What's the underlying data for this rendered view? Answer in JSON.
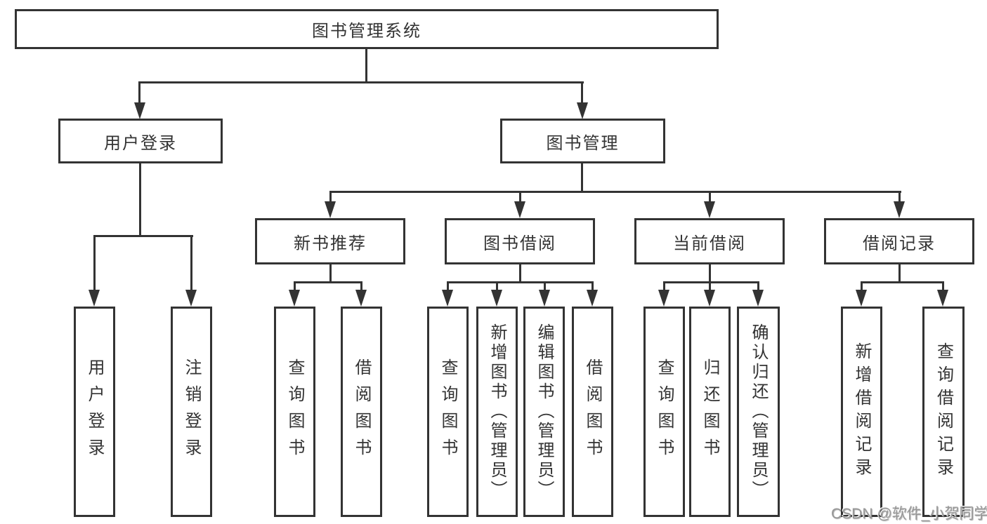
{
  "diagram_type": "hierarchy",
  "tree": {
    "root": "图书管理系统",
    "branches": [
      {
        "label": "用户登录",
        "leaves": [
          "用户登录",
          "注销登录"
        ]
      },
      {
        "label": "图书管理",
        "groups": [
          {
            "label": "新书推荐",
            "leaves": [
              "查询图书",
              "借阅图书"
            ]
          },
          {
            "label": "图书借阅",
            "leaves": [
              "查询图书",
              "新增图书（管理员）",
              "编辑图书（管理员）",
              "借阅图书"
            ]
          },
          {
            "label": "当前借阅",
            "leaves": [
              "查询图书",
              "归还图书",
              "确认归还（管理员）"
            ]
          },
          {
            "label": "借阅记录",
            "leaves": [
              "新增借阅记录",
              "查询借阅记录"
            ]
          }
        ]
      }
    ]
  },
  "watermark": {
    "text": "CSDN @软件_小贺同学",
    "color": "#979797"
  },
  "colors": {
    "line": "#333333",
    "box_border": "#333333",
    "text": "#333333",
    "background": "#ffffff"
  }
}
